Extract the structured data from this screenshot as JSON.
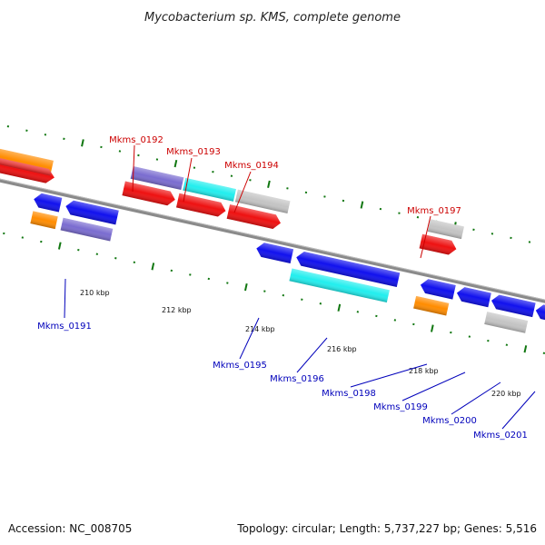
{
  "title": "Mycobacterium sp. KMS, complete genome",
  "footer": {
    "accession": "Accession: NC_008705",
    "summary": "Topology: circular; Length: 5,737,227 bp; Genes: 5,516"
  },
  "colors": {
    "red": "#ee1111",
    "blue": "#1111ee",
    "purple": "#7a6cd0",
    "cyan": "#22eeee",
    "orange": "#ff8c00",
    "gray": "#c4c4c4",
    "backbone": "#8a8a8a",
    "tick": "#117711",
    "forward_label": "#cc0000",
    "reverse_label": "#0000bb"
  },
  "axis": {
    "unit": "kbp",
    "ticks": [
      {
        "value": 210,
        "label": "210 kbp"
      },
      {
        "value": 212,
        "label": "212 kbp"
      },
      {
        "value": 214,
        "label": "214 kbp"
      },
      {
        "value": 216,
        "label": "216 kbp"
      },
      {
        "value": 218,
        "label": "218 kbp"
      },
      {
        "value": 220,
        "label": "220 kbp"
      }
    ]
  },
  "gene_labels": {
    "forward": [
      "Mkms_0192",
      "Mkms_0193",
      "Mkms_0194",
      "Mkms_0197"
    ],
    "reverse": [
      "Mkms_0191",
      "Mkms_0195",
      "Mkms_0196",
      "Mkms_0198",
      "Mkms_0199",
      "Mkms_0200",
      "Mkms_0201"
    ]
  }
}
